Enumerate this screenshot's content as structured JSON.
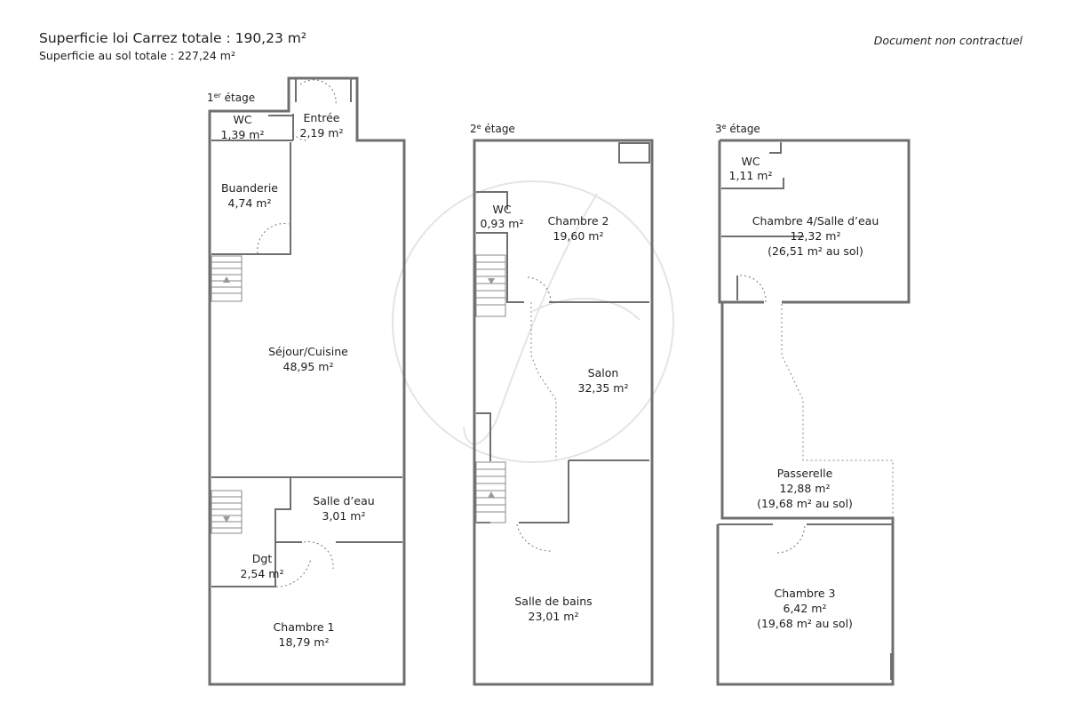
{
  "header": {
    "carrez": "Superficie loi Carrez totale : 190,23 m²",
    "sol": "Superficie au sol totale : 227,24 m²",
    "disclaimer": "Document non contractuel"
  },
  "floors": [
    {
      "label_num": "1",
      "label_sup": "er",
      "label_rest": " étage",
      "rooms": [
        {
          "name": "WC",
          "area": "1,39 m²"
        },
        {
          "name": "Entrée",
          "area": "2,19 m²"
        },
        {
          "name": "Buanderie",
          "area": "4,74 m²"
        },
        {
          "name": "Séjour/Cuisine",
          "area": "48,95 m²"
        },
        {
          "name": "Salle d’eau",
          "area": "3,01 m²"
        },
        {
          "name": "Dgt",
          "area": "2,54 m²"
        },
        {
          "name": "Chambre 1",
          "area": "18,79 m²"
        }
      ]
    },
    {
      "label_num": "2",
      "label_sup": "e",
      "label_rest": " étage",
      "rooms": [
        {
          "name": "WC",
          "area": "0,93 m²"
        },
        {
          "name": "Chambre 2",
          "area": "19,60 m²"
        },
        {
          "name": "Salon",
          "area": "32,35 m²"
        },
        {
          "name": "Salle de bains",
          "area": "23,01 m²"
        }
      ]
    },
    {
      "label_num": "3",
      "label_sup": "e",
      "label_rest": " étage",
      "rooms": [
        {
          "name": "WC",
          "area": "1,11 m²"
        },
        {
          "name": "Chambre 4/Salle d’eau",
          "area": "12,32 m²",
          "note": "(26,51 m² au sol)"
        },
        {
          "name": "Passerelle",
          "area": "12,88 m²",
          "note": "(19,68 m² au sol)"
        },
        {
          "name": "Chambre 3",
          "area": "6,42 m²",
          "note": "(19,68 m² au sol)"
        }
      ]
    }
  ]
}
